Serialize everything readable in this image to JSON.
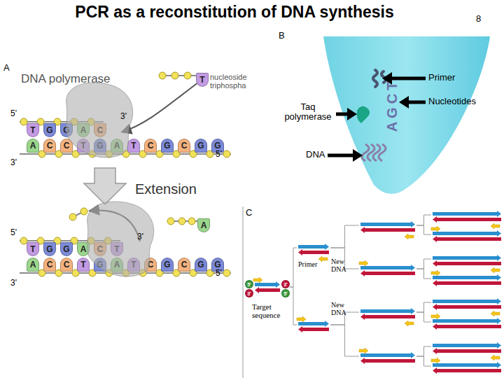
{
  "diagram": {
    "title": "PCR as a reconstitution of DNA synthesis",
    "nodes": [
      {
        "text": [
          "T"
        ]
      },
      {
        "text": [
          "G"
        ]
      },
      {
        "text": [
          "G"
        ]
      },
      {
        "text": [
          "A"
        ]
      },
      {
        "text": [
          "C"
        ]
      },
      {
        "text": [
          "A"
        ]
      },
      {
        "text": [
          "C"
        ]
      },
      {
        "text": [
          "C"
        ]
      },
      {
        "text": [
          "T"
        ]
      },
      {
        "text": [
          "G"
        ]
      },
      {
        "text": [
          "A"
        ]
      },
      {
        "text": [
          "T"
        ]
      },
      {
        "text": [
          "C"
        ]
      },
      {
        "text": [
          "G"
        ]
      },
      {
        "text": [
          "C"
        ]
      },
      {
        "text": [
          "G"
        ]
      },
      {
        "text": [
          "G"
        ]
      },
      {
        "text": [
          "T"
        ]
      },
      {
        "text": [
          "T"
        ]
      },
      {
        "text": [
          "G"
        ]
      },
      {
        "text": [
          "G"
        ]
      },
      {
        "text": [
          "A"
        ]
      },
      {
        "text": [
          "C"
        ]
      },
      {
        "text": [
          "T"
        ]
      },
      {
        "text": [
          "A"
        ]
      },
      {
        "text": [
          "C"
        ]
      },
      {
        "text": [
          "C"
        ]
      },
      {
        "text": [
          "T"
        ]
      },
      {
        "text": [
          "G"
        ]
      },
      {
        "text": [
          "A"
        ]
      },
      {
        "text": [
          "T"
        ]
      },
      {
        "text": [
          "C"
        ]
      },
      {
        "text": [
          "G"
        ]
      },
      {
        "text": [
          "C"
        ]
      },
      {
        "text": [
          "G"
        ]
      },
      {
        "text": [
          "G"
        ]
      },
      {
        "text": [
          "A"
        ]
      },
      {
        "text": [
          "5'"
        ]
      },
      {
        "text": [
          "3'"
        ]
      },
      {
        "text": [
          "3'"
        ]
      },
      {
        "text": [
          "5'"
        ]
      }
    ],
    "labels": [
      "8",
      "B",
      "A",
      "DNA polymerase",
      "nucleoside triphospha",
      "5'",
      "3'",
      "3'",
      "5'",
      "Extension",
      "C",
      "5'",
      "3'",
      "3'",
      "5'",
      "Primer",
      "Nucleotides",
      "Taq polymerase",
      "DNA",
      "AGCT",
      "Primer",
      "New DNA",
      "New DNA",
      "Target sequence"
    ]
  }
}
